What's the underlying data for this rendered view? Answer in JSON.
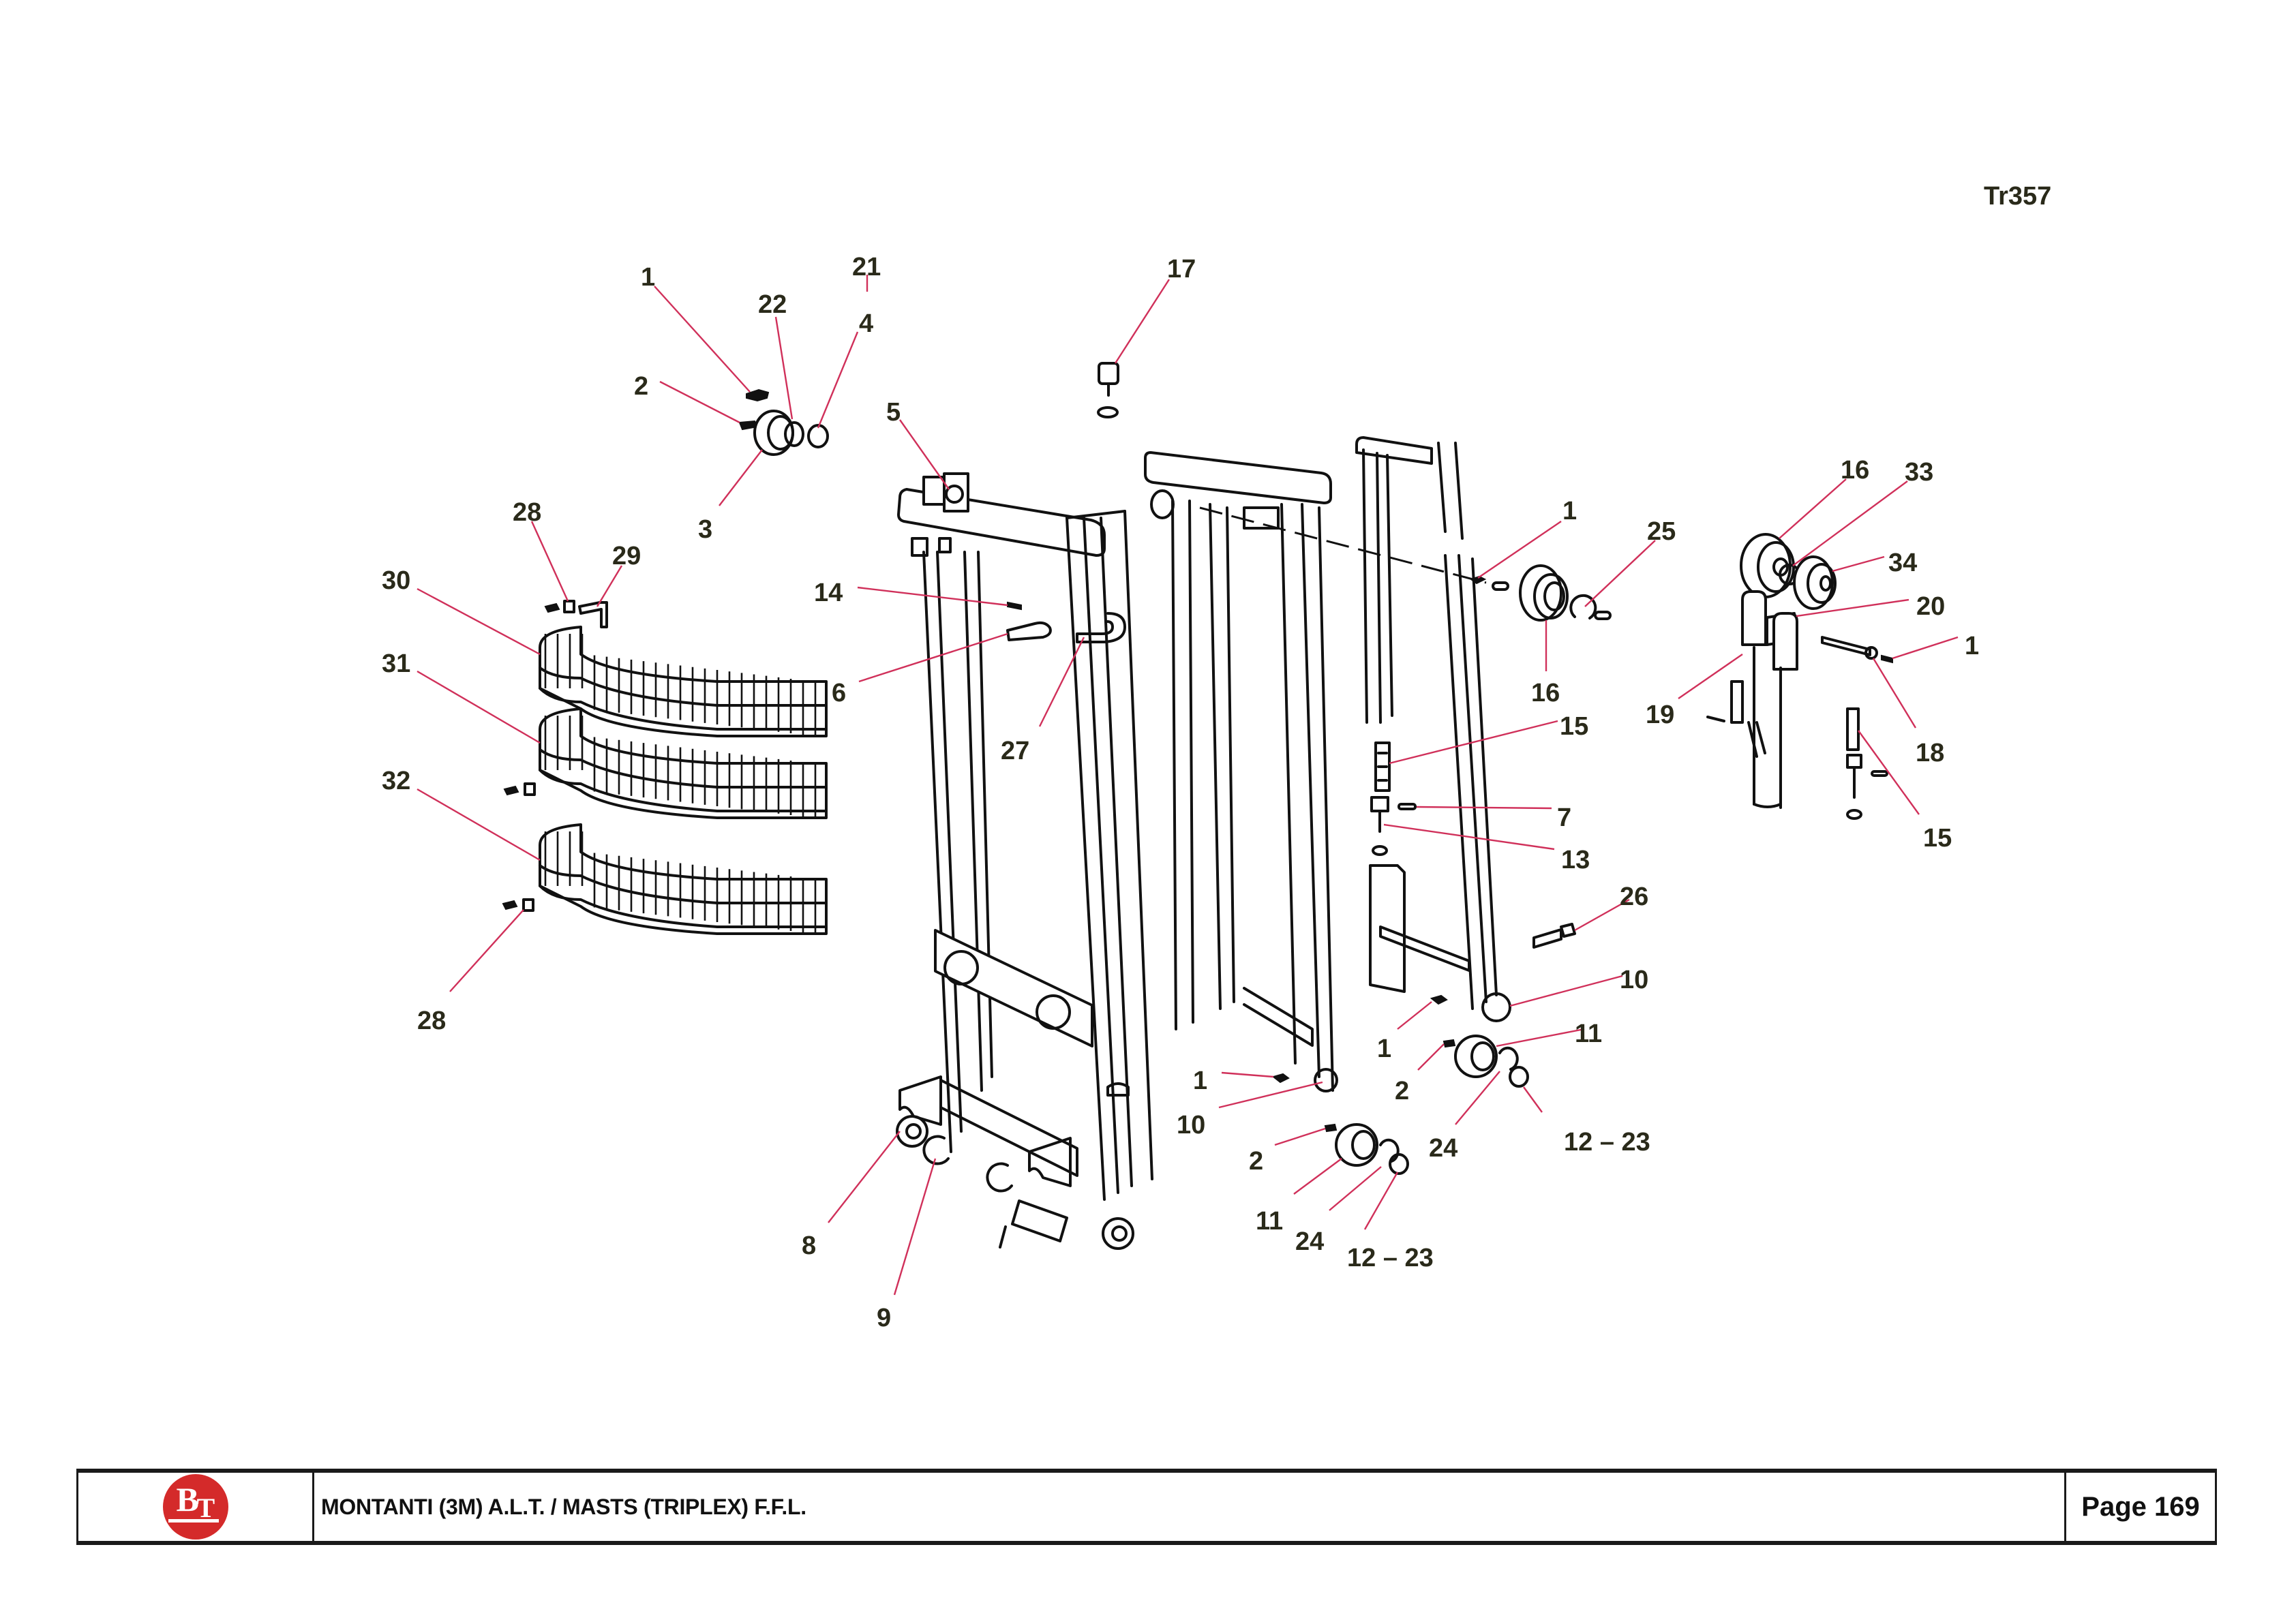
{
  "document": {
    "reference_code": "Tr357",
    "footer": {
      "logo_text": {
        "first": "B",
        "second": "T"
      },
      "title": "MONTANTI (3M) A.L.T. / MASTS (TRIPLEX) F.F.L.",
      "page_label": "Page 169"
    },
    "colors": {
      "leader_line": "#d0305a",
      "callout_text": "#2a2a1a",
      "logo_red": "#d42a2a",
      "line_art": "#111111"
    }
  },
  "diagram": {
    "subject": "Exploded view of triplex forklift mast assembly",
    "callouts": [
      {
        "id": "c1a",
        "label": "1",
        "group": "top-left-roller"
      },
      {
        "id": "c22",
        "label": "22",
        "group": "top-left-roller"
      },
      {
        "id": "c21",
        "label": "21",
        "group": "top-left-roller"
      },
      {
        "id": "c4",
        "label": "4",
        "group": "top-left-roller"
      },
      {
        "id": "c2a",
        "label": "2",
        "group": "top-left-roller"
      },
      {
        "id": "c3",
        "label": "3",
        "group": "top-left-roller"
      },
      {
        "id": "c17",
        "label": "17",
        "group": "top-center"
      },
      {
        "id": "c5",
        "label": "5",
        "group": "outer-mast"
      },
      {
        "id": "c28a",
        "label": "28",
        "group": "guard"
      },
      {
        "id": "c29",
        "label": "29",
        "group": "guard"
      },
      {
        "id": "c30",
        "label": "30",
        "group": "guard"
      },
      {
        "id": "c31",
        "label": "31",
        "group": "guard"
      },
      {
        "id": "c32",
        "label": "32",
        "group": "guard"
      },
      {
        "id": "c28b",
        "label": "28",
        "group": "guard"
      },
      {
        "id": "c14",
        "label": "14",
        "group": "outer-mast"
      },
      {
        "id": "c6",
        "label": "6",
        "group": "outer-mast"
      },
      {
        "id": "c27",
        "label": "27",
        "group": "outer-mast"
      },
      {
        "id": "c8",
        "label": "8",
        "group": "outer-mast-base"
      },
      {
        "id": "c9",
        "label": "9",
        "group": "outer-mast-base"
      },
      {
        "id": "c1b",
        "label": "1",
        "group": "inner-mast-top"
      },
      {
        "id": "c25",
        "label": "25",
        "group": "inner-mast-top"
      },
      {
        "id": "c16a",
        "label": "16",
        "group": "inner-mast-top"
      },
      {
        "id": "c15a",
        "label": "15",
        "group": "chain-anchor"
      },
      {
        "id": "c7",
        "label": "7",
        "group": "chain-anchor"
      },
      {
        "id": "c13",
        "label": "13",
        "group": "chain-anchor"
      },
      {
        "id": "c26",
        "label": "26",
        "group": "inner-mast-base"
      },
      {
        "id": "c10a",
        "label": "10",
        "group": "inner-mast-base"
      },
      {
        "id": "c11a",
        "label": "11",
        "group": "inner-mast-base"
      },
      {
        "id": "c1c",
        "label": "1",
        "group": "inner-mast-base"
      },
      {
        "id": "c2b",
        "label": "2",
        "group": "inner-mast-base"
      },
      {
        "id": "c24a",
        "label": "24",
        "group": "inner-mast-base"
      },
      {
        "id": "c1223a",
        "label": "12 – 23",
        "group": "inner-mast-base"
      },
      {
        "id": "c1d",
        "label": "1",
        "group": "middle-mast-base"
      },
      {
        "id": "c10b",
        "label": "10",
        "group": "middle-mast-base"
      },
      {
        "id": "c2c",
        "label": "2",
        "group": "middle-mast-base"
      },
      {
        "id": "c11b",
        "label": "11",
        "group": "middle-mast-base"
      },
      {
        "id": "c24b",
        "label": "24",
        "group": "middle-mast-base"
      },
      {
        "id": "c1223b",
        "label": "12 – 23",
        "group": "middle-mast-base"
      },
      {
        "id": "c16b",
        "label": "16",
        "group": "chain-pulley"
      },
      {
        "id": "c33",
        "label": "33",
        "group": "chain-pulley"
      },
      {
        "id": "c34",
        "label": "34",
        "group": "chain-pulley"
      },
      {
        "id": "c20",
        "label": "20",
        "group": "chain-pulley"
      },
      {
        "id": "c1e",
        "label": "1",
        "group": "chain-pulley"
      },
      {
        "id": "c19",
        "label": "19",
        "group": "chain-pulley"
      },
      {
        "id": "c18",
        "label": "18",
        "group": "chain-pulley"
      },
      {
        "id": "c15b",
        "label": "15",
        "group": "chain-pulley"
      }
    ]
  }
}
